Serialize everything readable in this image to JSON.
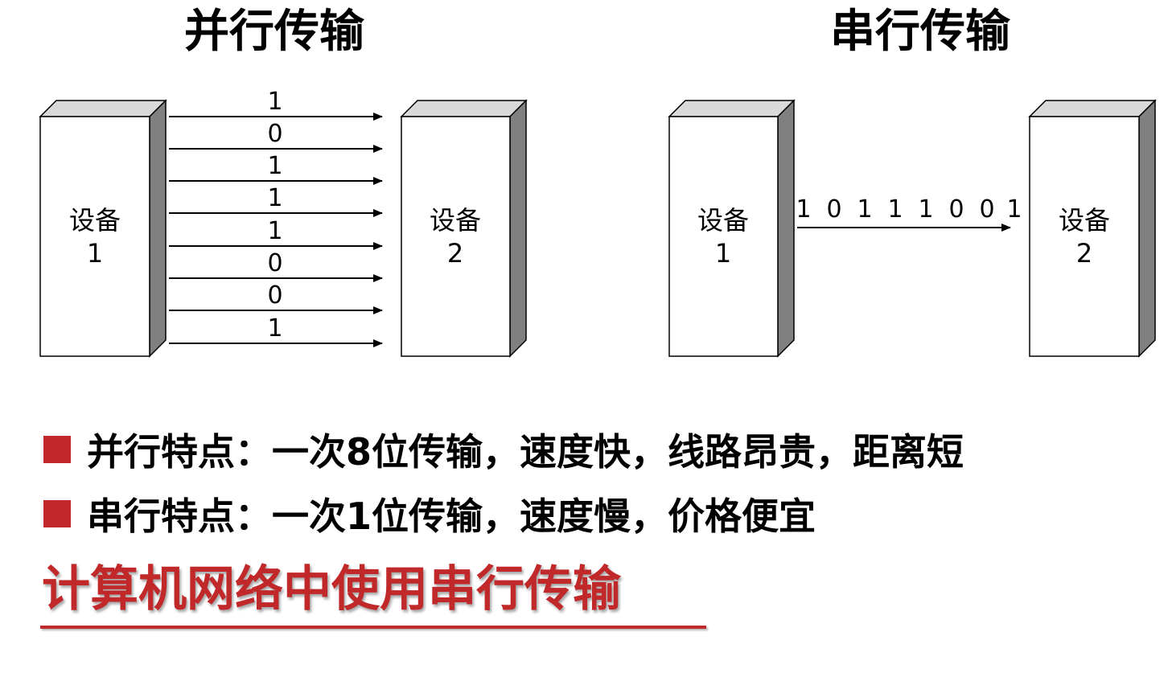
{
  "parallel": {
    "title": "并行传输",
    "device1": {
      "line1": "设备",
      "line2": "1"
    },
    "device2": {
      "line1": "设备",
      "line2": "2"
    },
    "bits": [
      "1",
      "0",
      "1",
      "1",
      "1",
      "0",
      "0",
      "1"
    ]
  },
  "serial": {
    "title": "串行传输",
    "device1": {
      "line1": "设备",
      "line2": "1"
    },
    "device2": {
      "line1": "设备",
      "line2": "2"
    },
    "bits": [
      "1",
      "0",
      "1",
      "1",
      "1",
      "0",
      "0",
      "1"
    ]
  },
  "bullets": [
    {
      "text": "并行特点：一次8位传输，速度快，线路昂贵，距离短"
    },
    {
      "text": "串行特点：一次1位传输，速度慢，价格便宜"
    }
  ],
  "conclusion": "计算机网络中使用串行传输",
  "colors": {
    "accent": "#c0282a",
    "box_side": "#808080",
    "box_top": "#d9d9d9"
  }
}
